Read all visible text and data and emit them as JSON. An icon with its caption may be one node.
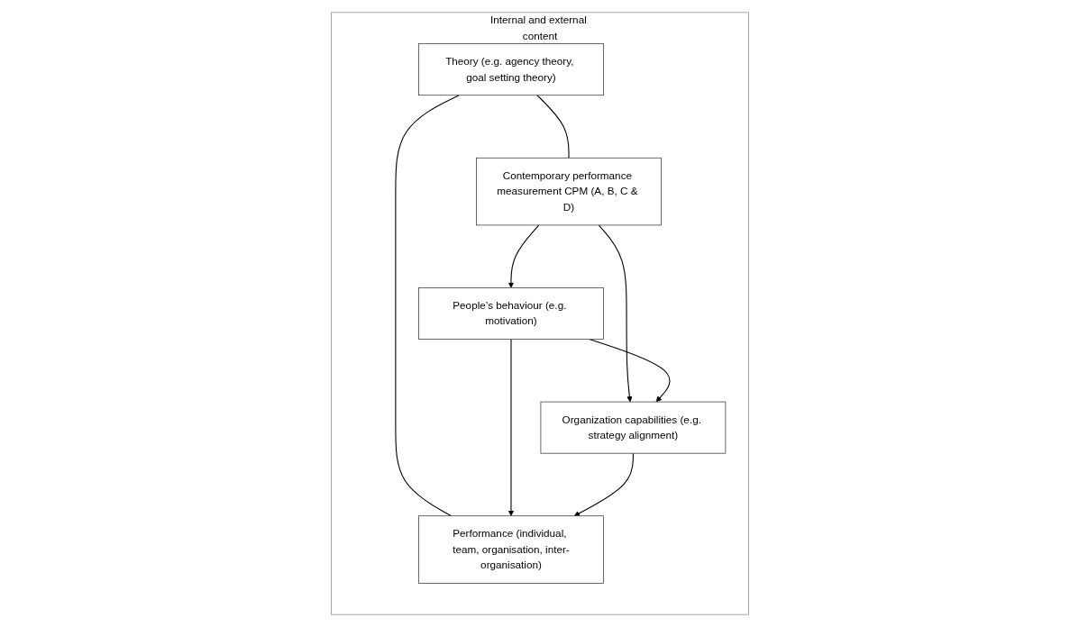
{
  "diagram": {
    "nodes": [
      {
        "text": [
          "Internal and external content"
        ]
      },
      {
        "text": [
          "Theory (e.g. agency theory, goal setting theory)"
        ],
        "in": 0
      },
      {
        "text": [
          "Contemporary performance measurement CPM (A, B, C & D)"
        ],
        "in": 0
      },
      {
        "text": [
          "People’s behaviour (e.g. motivation)"
        ],
        "in": 0
      },
      {
        "text": [
          "Organization capabilities (e.g. strategy alignment)"
        ],
        "in": 0
      },
      {
        "text": [
          "Performance (individual, team, organisation, inter-organisation)"
        ],
        "in": 0
      }
    ],
    "edges": [
      {
        "from": 1,
        "to": 2,
        "arrow": "none"
      },
      {
        "from": 1,
        "to": 5,
        "arrow": "none"
      },
      {
        "from": 2,
        "to": 3,
        "arrow": "to"
      },
      {
        "from": 2,
        "to": 4,
        "arrow": "to"
      },
      {
        "from": 3,
        "to": 4,
        "arrow": "to"
      },
      {
        "from": 3,
        "to": 5,
        "arrow": "to"
      },
      {
        "from": 4,
        "to": 5,
        "arrow": "to"
      }
    ]
  }
}
